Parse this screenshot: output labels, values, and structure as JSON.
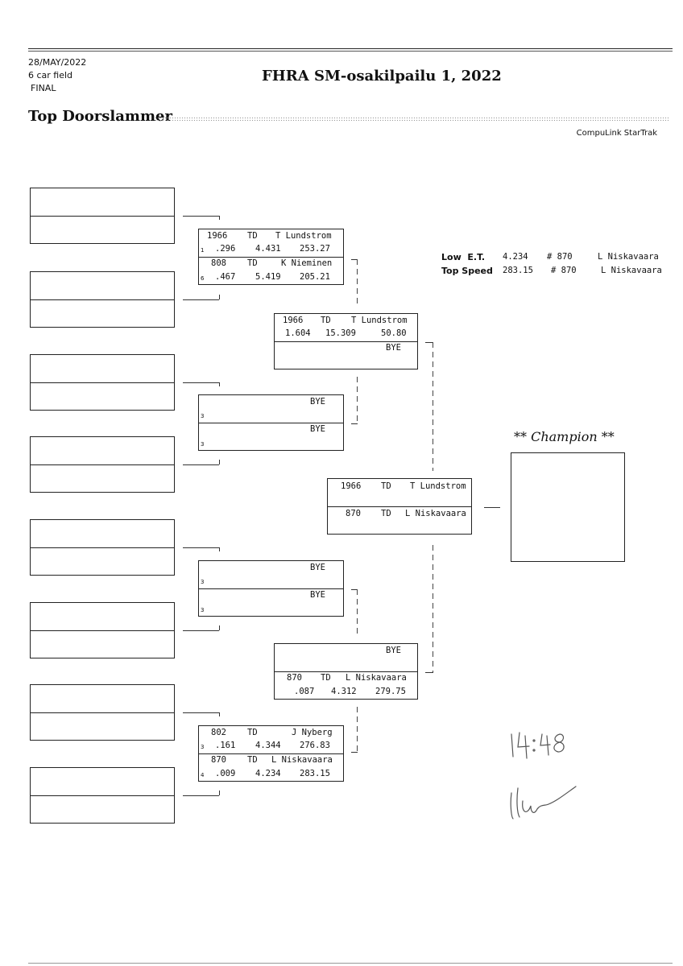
{
  "header": {
    "date": "28/MAY/2022",
    "field": "6 car field",
    "round": "FINAL",
    "event_title": "FHRA SM-osakilpailu 1, 2022",
    "class_name": "Top Doorslammer",
    "software": "CompuLink StarTrak"
  },
  "stats": {
    "low_et": {
      "label": "Low  E.T.",
      "value": "4.234",
      "car": "# 870",
      "driver": "L Niskavaara"
    },
    "top_speed": {
      "label": "Top Speed",
      "value": "283.15",
      "car": "# 870",
      "driver": "L Niskavaara"
    }
  },
  "round1": [
    {
      "top": {
        "car": "1966",
        "cls": "TD",
        "driver": "T Lundstrom",
        "seed": "1",
        "rt": ".296",
        "et": "4.431",
        "mph": "253.27"
      },
      "bottom": {
        "car": "808",
        "cls": "TD",
        "driver": "K Nieminen",
        "seed": "6",
        "rt": ".467",
        "et": "5.419",
        "mph": "205.21"
      }
    },
    {
      "top": {
        "bye": "BYE",
        "seed": "3"
      },
      "bottom": {
        "bye": "BYE",
        "seed": "3"
      }
    },
    {
      "top": {
        "bye": "BYE",
        "seed": "3"
      },
      "bottom": {
        "bye": "BYE",
        "seed": "3"
      }
    },
    {
      "top": {
        "car": "802",
        "cls": "TD",
        "driver": "J Nyberg",
        "seed": "3",
        "rt": ".161",
        "et": "4.344",
        "mph": "276.83"
      },
      "bottom": {
        "car": "870",
        "cls": "TD",
        "driver": "L Niskavaara",
        "seed": "4",
        "rt": ".009",
        "et": "4.234",
        "mph": "283.15"
      }
    }
  ],
  "semis": [
    {
      "top": {
        "car": "1966",
        "cls": "TD",
        "driver": "T Lundstrom",
        "rt": "1.604",
        "et": "15.309",
        "mph": "50.80"
      },
      "bottom": {
        "bye": "BYE"
      }
    },
    {
      "top": {
        "bye": "BYE"
      },
      "bottom": {
        "car": "870",
        "cls": "TD",
        "driver": "L Niskavaara",
        "rt": ".087",
        "et": "4.312",
        "mph": "279.75"
      }
    }
  ],
  "final": {
    "top": {
      "car": "1966",
      "cls": "TD",
      "driver": "T Lundstrom"
    },
    "bottom": {
      "car": "870",
      "cls": "TD",
      "driver": "L Niskavaara"
    }
  },
  "champion_label": "** Champion **",
  "handwriting": {
    "time": "14:48",
    "signature": "signature"
  }
}
